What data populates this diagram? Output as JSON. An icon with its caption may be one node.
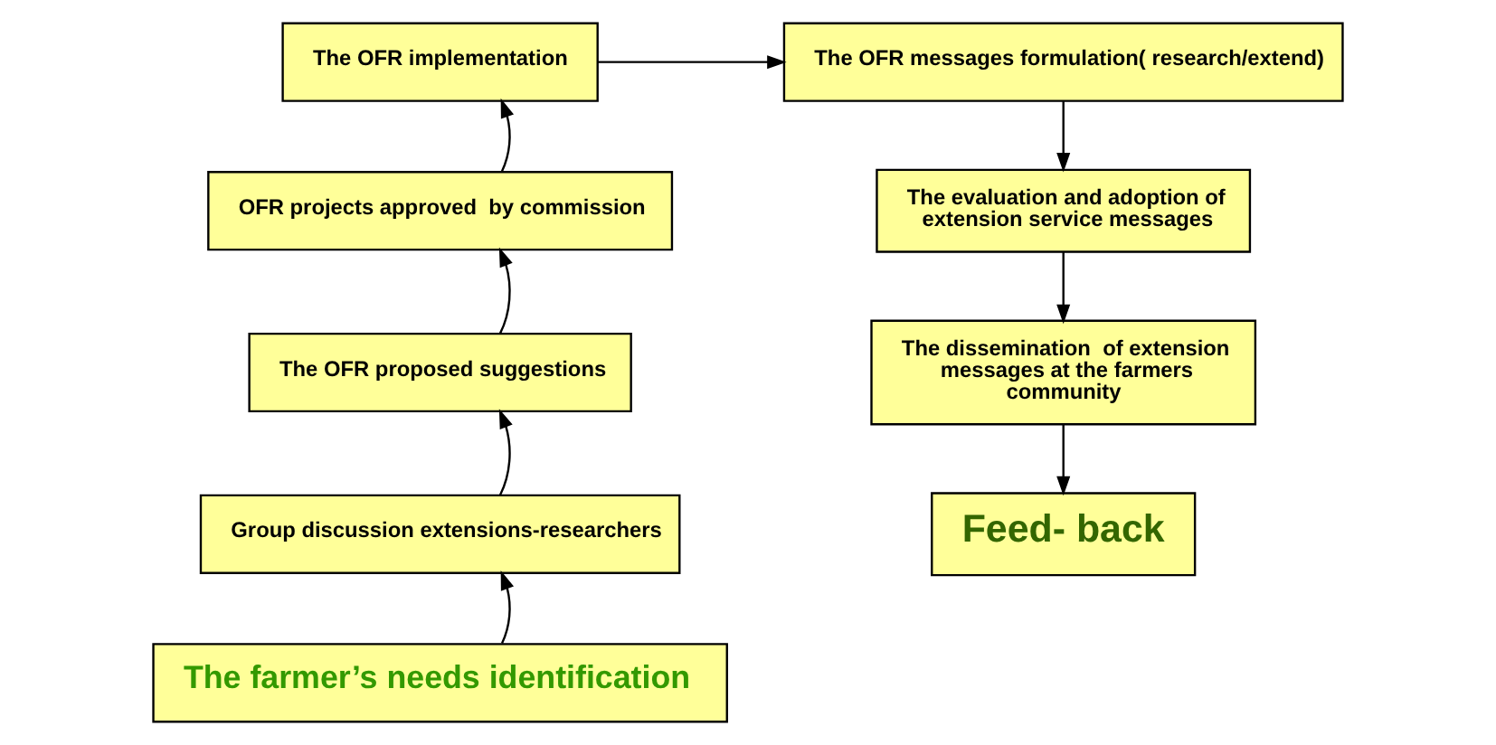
{
  "diagram": {
    "nodes": [
      {
        "text": [
          "The farmer’s needs identification"
        ]
      },
      {
        "text": [
          "Group discussion extensions-researchers"
        ]
      },
      {
        "text": [
          "The OFR proposed suggestions"
        ]
      },
      {
        "text": [
          "OFR projects approved  by commission"
        ]
      },
      {
        "text": [
          "The OFR implementation"
        ]
      },
      {
        "text": [
          "The OFR messages formulation( research/extend)"
        ]
      },
      {
        "text": [
          "The evaluation and adoption of extension service messages"
        ]
      },
      {
        "text": [
          "The dissemination  of extension messages at the farmers community"
        ]
      },
      {
        "text": [
          "Feed- back"
        ]
      }
    ],
    "edges": [
      {
        "from": 0,
        "to": 1,
        "arrow": "to"
      },
      {
        "from": 1,
        "to": 2,
        "arrow": "to"
      },
      {
        "from": 2,
        "to": 3,
        "arrow": "to"
      },
      {
        "from": 3,
        "to": 4,
        "arrow": "to"
      },
      {
        "from": 4,
        "to": 5,
        "arrow": "to"
      },
      {
        "from": 5,
        "to": 6,
        "arrow": "to"
      },
      {
        "from": 6,
        "to": 7,
        "arrow": "to"
      },
      {
        "from": 7,
        "to": 8,
        "arrow": "to"
      }
    ]
  }
}
